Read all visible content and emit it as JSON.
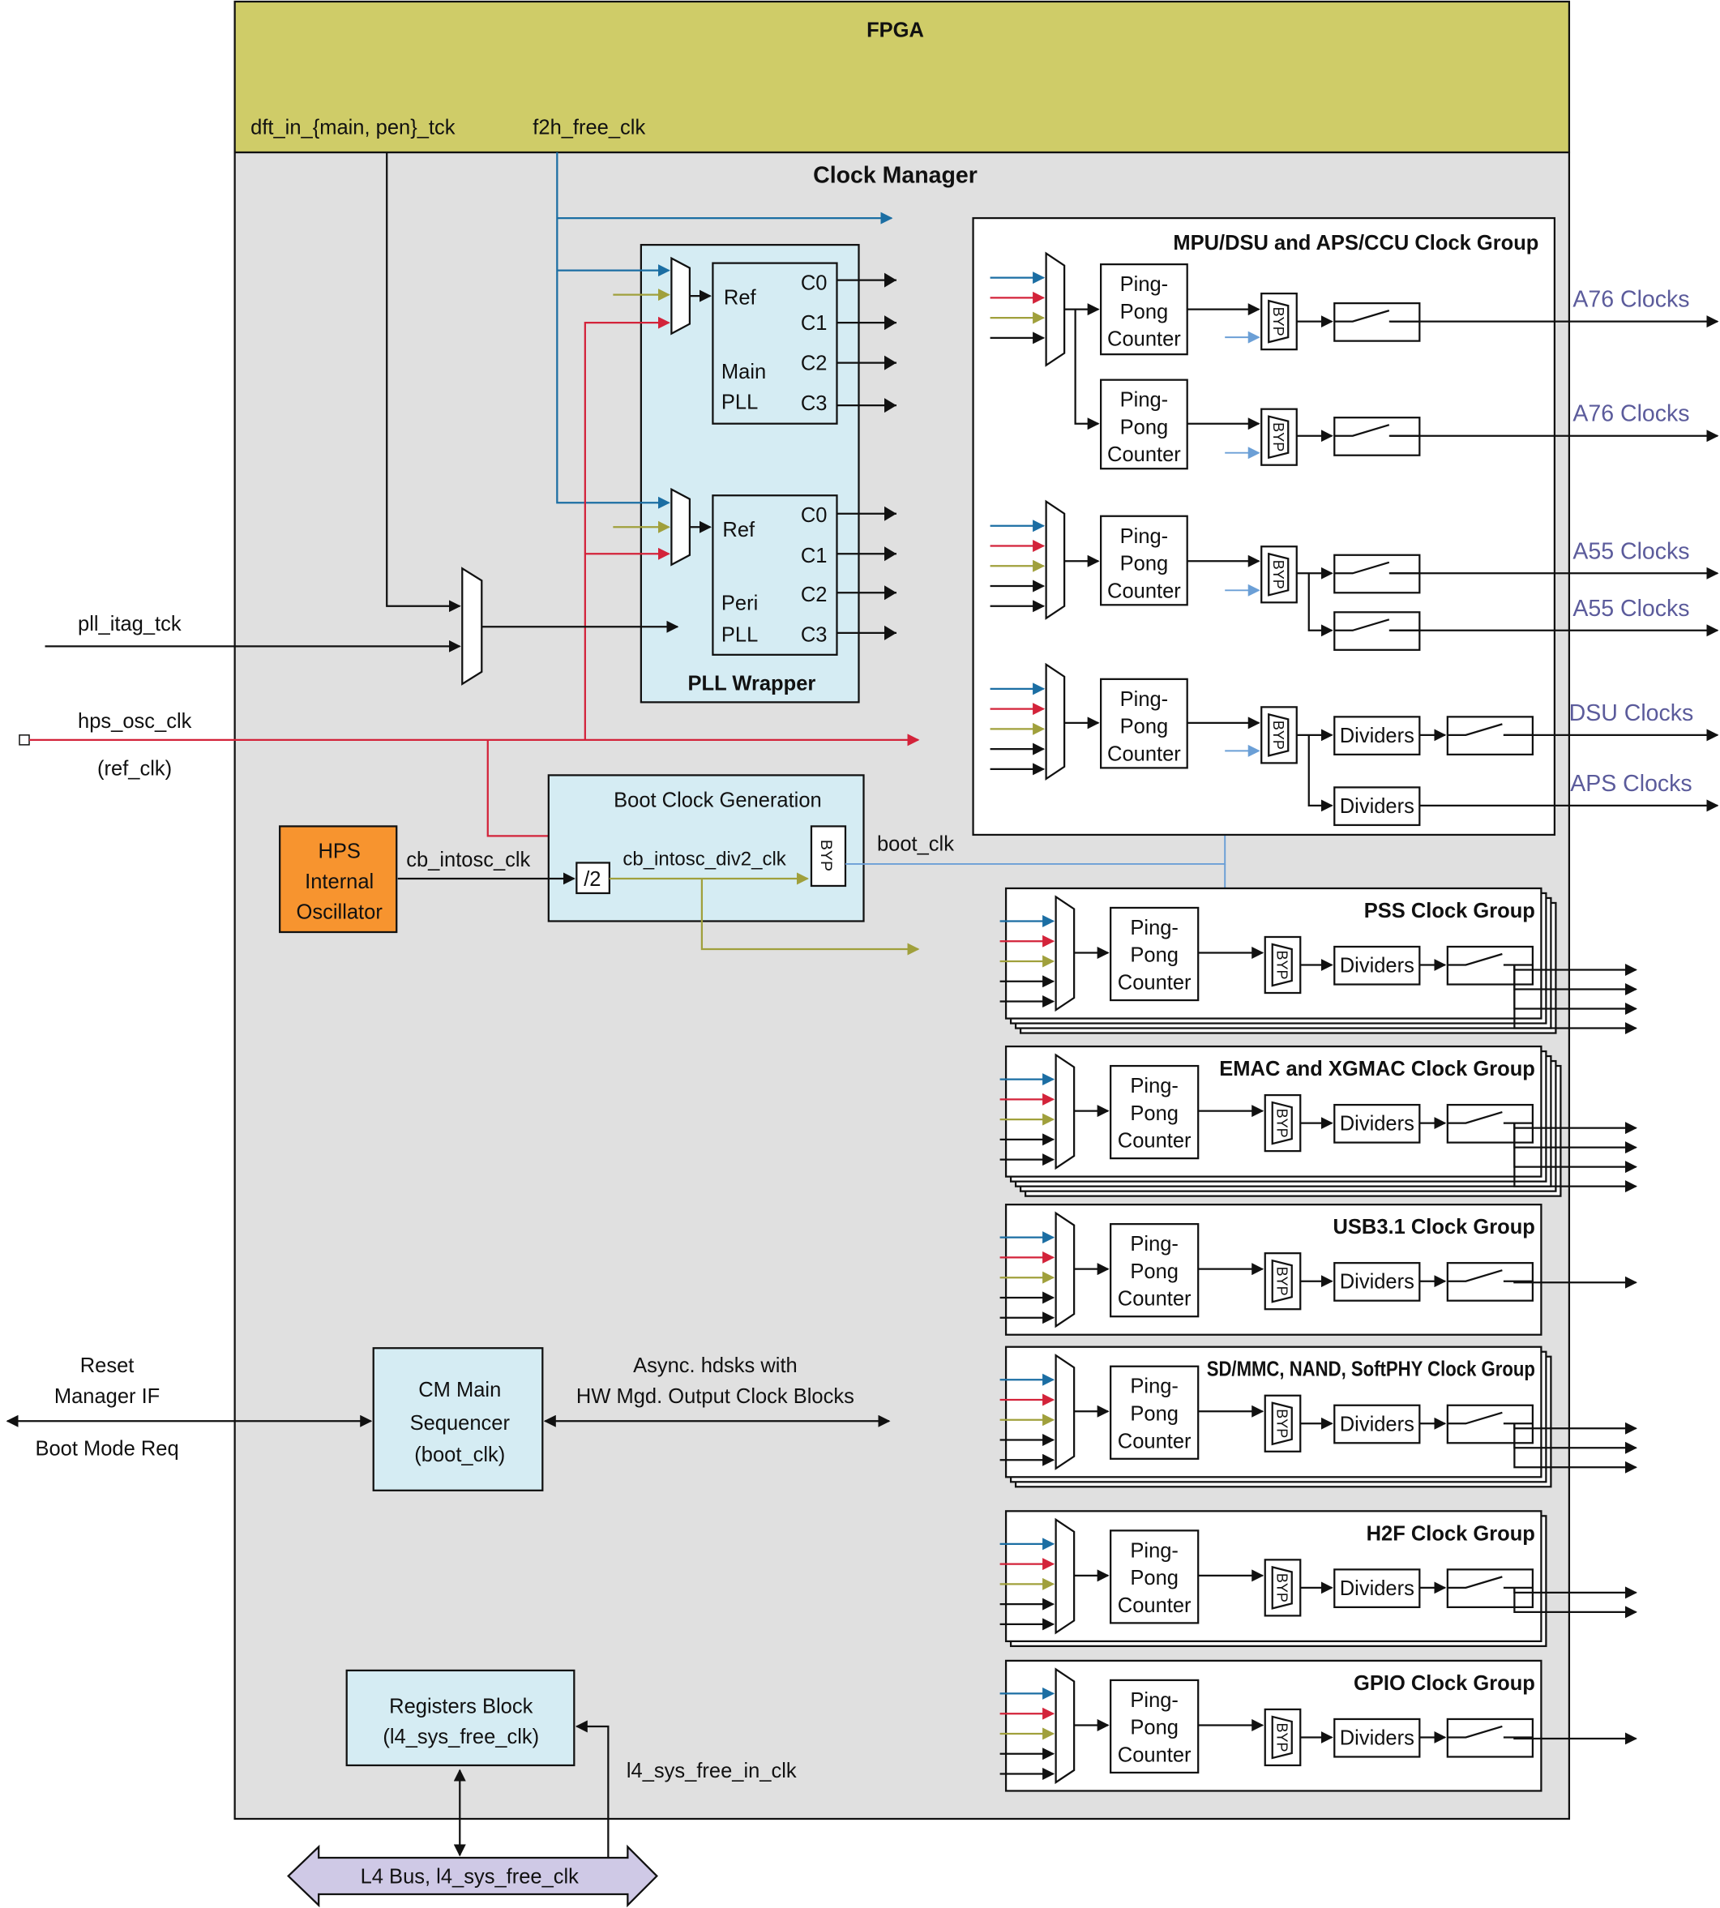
{
  "colors": {
    "fpga": "#cfcc68",
    "clock_manager": "#e0e0e0",
    "block": "#d5ecf3",
    "oscillator": "#f7942f",
    "f2h_clk": "#1b6ea3",
    "ref_clk": "#d3233a",
    "intosc_div2": "#a0a03c",
    "boot_clk": "#6b9fd6",
    "output_label": "#5b5b9b",
    "l4_bus": "#cfc9e6"
  },
  "fpga": {
    "title": "FPGA",
    "signal_dft": "dft_in_{main, pen}_tck",
    "signal_f2h": "f2h_free_clk"
  },
  "clock_manager": {
    "title": "Clock Manager"
  },
  "pll_wrapper": {
    "title": "PLL Wrapper",
    "main": {
      "ref": "Ref",
      "name1": "Main",
      "name2": "PLL",
      "outputs": [
        "C0",
        "C1",
        "C2",
        "C3"
      ]
    },
    "peri": {
      "ref": "Ref",
      "name1": "Peri",
      "name2": "PLL",
      "outputs": [
        "C0",
        "C1",
        "C2",
        "C3"
      ]
    }
  },
  "inputs": {
    "pll_itag_tck": "pll_itag_tck",
    "hps_osc_clk": "hps_osc_clk",
    "ref_clk": "(ref_clk)"
  },
  "oscillator": {
    "line1": "HPS",
    "line2": "Internal",
    "line3": "Oscillator",
    "signal": "cb_intosc_clk"
  },
  "boot_clock": {
    "title": "Boot Clock Generation",
    "divider": "/2",
    "div_signal": "cb_intosc_div2_clk",
    "byp": "BYP",
    "output": "boot_clk"
  },
  "mpu_group": {
    "title": "MPU/DSU and APS/CCU Clock Group",
    "ppc": [
      "Ping-",
      "Pong",
      "Counter"
    ],
    "byp": "BYP",
    "dividers": "Dividers",
    "outputs": [
      "A76 Clocks",
      "A76 Clocks",
      "A55 Clocks",
      "A55 Clocks",
      "DSU Clocks",
      "APS Clocks"
    ]
  },
  "clock_groups": [
    {
      "title": "PSS Clock Group"
    },
    {
      "title": "EMAC and XGMAC Clock Group"
    },
    {
      "title": "USB3.1 Clock Group"
    },
    {
      "title": "SD/MMC, NAND, SoftPHY Clock Group"
    },
    {
      "title": "H2F Clock Group"
    },
    {
      "title": "GPIO Clock Group"
    }
  ],
  "group_labels": {
    "ppc": [
      "Ping-",
      "Pong",
      "Counter"
    ],
    "byp": "BYP",
    "dividers": "Dividers"
  },
  "reset": {
    "line1": "Reset",
    "line2": "Manager IF",
    "line3": "Boot  Mode Req"
  },
  "sequencer": {
    "line1": "CM Main",
    "line2": "Sequencer",
    "line3": "(boot_clk)"
  },
  "async": {
    "line1": "Async. hdsks with",
    "line2": "HW Mgd. Output Clock Blocks"
  },
  "registers": {
    "line1": "Registers Block",
    "line2": "(l4_sys_free_clk)",
    "signal": "l4_sys_free_in_clk"
  },
  "l4_bus": {
    "label": "L4 Bus, l4_sys_free_clk"
  }
}
